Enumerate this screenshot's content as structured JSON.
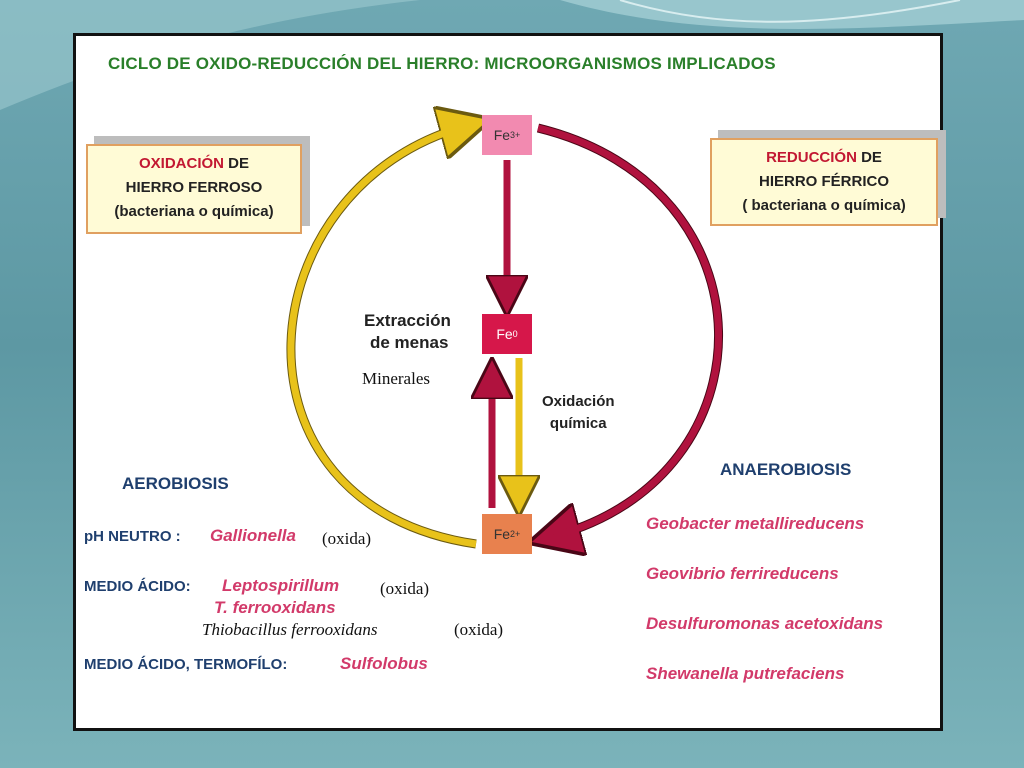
{
  "title": "CICLO DE OXIDO-REDUCCIÓN DEL HIERRO: MICROORGANISMOS IMPLICADOS",
  "box_left": {
    "highlight": "OXIDACIÓN",
    "rest_line1": " DE",
    "line2": "HIERRO FERROSO",
    "line3": "(bacteriana o química)"
  },
  "box_right": {
    "highlight": "REDUCCIÓN",
    "rest_line1": " DE",
    "line2": "HIERRO FÉRRICO",
    "line3": "( bacteriana o química)"
  },
  "nodes": {
    "fe3": {
      "base": "Fe",
      "sup": "3+"
    },
    "fe0": {
      "base": "Fe",
      "sup": "0"
    },
    "fe2": {
      "base": "Fe",
      "sup": "2+"
    }
  },
  "extraccion_line1": "Extracción",
  "extraccion_line2": "de menas",
  "minerales": "Minerales",
  "oxidacion_line1": "Oxidación",
  "oxidacion_line2": "química",
  "aerobiosis": {
    "heading": "AEROBIOSIS",
    "rows": [
      {
        "condition": "pH NEUTRO :",
        "organism": "Gallionella",
        "note": "(oxida)"
      },
      {
        "condition": "MEDIO ÁCIDO:",
        "organism": "Leptospirillum",
        "note": "(oxida)"
      },
      {
        "condition": "",
        "organism": "T. ferrooxidans",
        "note": ""
      },
      {
        "condition": "",
        "organism": "Thiobacillus ferrooxidans",
        "note": "(oxida)"
      },
      {
        "condition": "MEDIO ÁCIDO, TERMOFÍLO:",
        "organism": "Sulfolobus",
        "note": ""
      }
    ]
  },
  "anaerobiosis": {
    "heading": "ANAEROBIOSIS",
    "organisms": [
      "Geobacter metallireducens",
      "Geovibrio ferrireducens",
      "Desulfuromonas acetoxidans",
      "Shewanella putrefaciens"
    ]
  },
  "colors": {
    "title_green": "#2a7f2a",
    "oxidation_arrow": "#e8c21a",
    "reduction_arrow": "#b0123e",
    "organism_pink": "#d23a6a",
    "navy_text": "#1f3f6e"
  }
}
